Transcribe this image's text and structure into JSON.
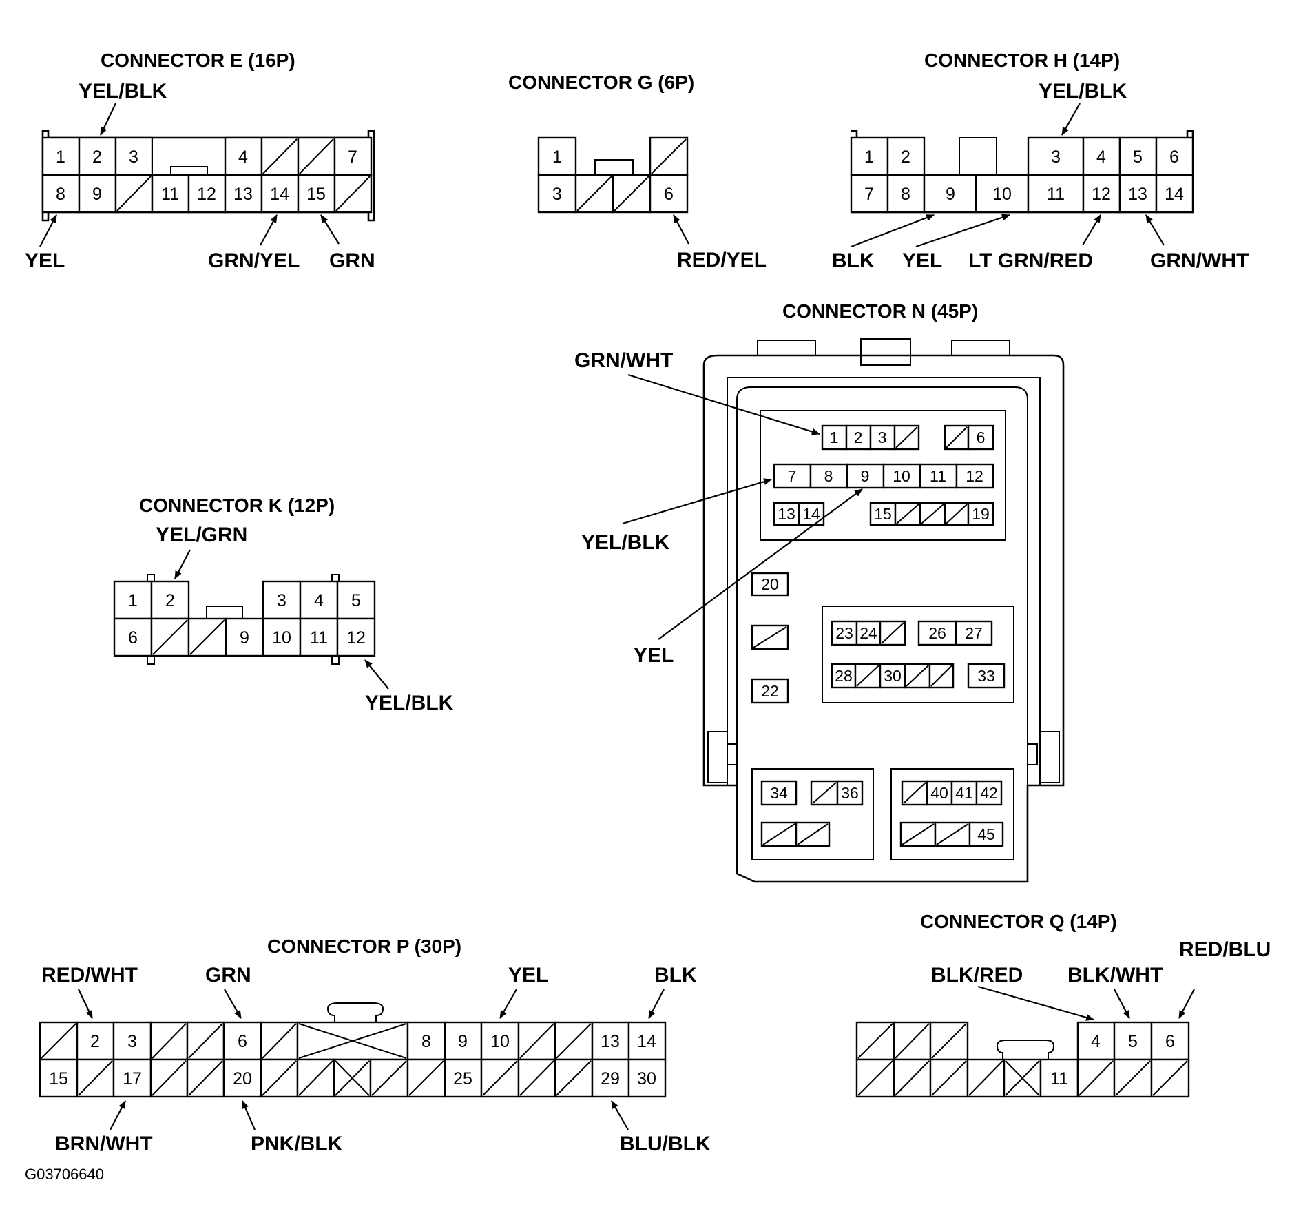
{
  "figure_id": "G03706640",
  "connectors": {
    "E": {
      "title": "CONNECTOR E (16P)",
      "pins": [
        "1",
        "2",
        "3",
        "4",
        "7",
        "8",
        "9",
        "11",
        "12",
        "13",
        "14",
        "15"
      ],
      "wires": [
        {
          "pin": "2",
          "color": "YEL/BLK"
        },
        {
          "pin": "8",
          "color": "YEL"
        },
        {
          "pin": "14",
          "color": "GRN/YEL"
        },
        {
          "pin": "15",
          "color": "GRN"
        }
      ]
    },
    "G": {
      "title": "CONNECTOR G (6P)",
      "pins": [
        "1",
        "3",
        "6"
      ],
      "wires": [
        {
          "pin": "6",
          "color": "RED/YEL"
        }
      ]
    },
    "H": {
      "title": "CONNECTOR H (14P)",
      "pins": [
        "1",
        "2",
        "3",
        "4",
        "5",
        "6",
        "7",
        "8",
        "9",
        "10",
        "11",
        "12",
        "13",
        "14"
      ],
      "wires": [
        {
          "pin": "3",
          "color": "YEL/BLK"
        },
        {
          "pin": "9",
          "color": "BLK"
        },
        {
          "pin": "10",
          "color": "YEL"
        },
        {
          "pin": "12",
          "color": "LT GRN/RED"
        },
        {
          "pin": "13",
          "color": "GRN/WHT"
        }
      ]
    },
    "K": {
      "title": "CONNECTOR K (12P)",
      "pins": [
        "1",
        "2",
        "3",
        "4",
        "5",
        "6",
        "9",
        "10",
        "11",
        "12"
      ],
      "wires": [
        {
          "pin": "2",
          "color": "YEL/GRN"
        },
        {
          "pin": "12",
          "color": "YEL/BLK"
        }
      ]
    },
    "N": {
      "title": "CONNECTOR N (45P)",
      "pins": [
        "1",
        "2",
        "3",
        "6",
        "7",
        "8",
        "9",
        "10",
        "11",
        "12",
        "13",
        "14",
        "15",
        "19",
        "20",
        "22",
        "23",
        "24",
        "26",
        "27",
        "28",
        "30",
        "33",
        "34",
        "36",
        "40",
        "41",
        "42",
        "45"
      ],
      "wires": [
        {
          "pin": "1",
          "color": "GRN/WHT"
        },
        {
          "pin": "7",
          "color": "YEL/BLK"
        },
        {
          "pin": "9",
          "color": "YEL"
        }
      ]
    },
    "P": {
      "title": "CONNECTOR P (30P)",
      "pins": [
        "2",
        "3",
        "6",
        "8",
        "9",
        "10",
        "13",
        "14",
        "15",
        "17",
        "20",
        "25",
        "29",
        "30"
      ],
      "wires": [
        {
          "pin": "2",
          "color": "RED/WHT"
        },
        {
          "pin": "6",
          "color": "GRN"
        },
        {
          "pin": "10",
          "color": "YEL"
        },
        {
          "pin": "14",
          "color": "BLK"
        },
        {
          "pin": "17",
          "color": "BRN/WHT"
        },
        {
          "pin": "20",
          "color": "PNK/BLK"
        },
        {
          "pin": "29",
          "color": "BLU/BLK"
        }
      ]
    },
    "Q": {
      "title": "CONNECTOR Q (14P)",
      "pins": [
        "4",
        "5",
        "6",
        "11"
      ],
      "wires": [
        {
          "pin": "4",
          "color": "BLK/RED"
        },
        {
          "pin": "5",
          "color": "BLK/WHT"
        },
        {
          "pin": "6",
          "color": "RED/BLU"
        }
      ]
    }
  }
}
